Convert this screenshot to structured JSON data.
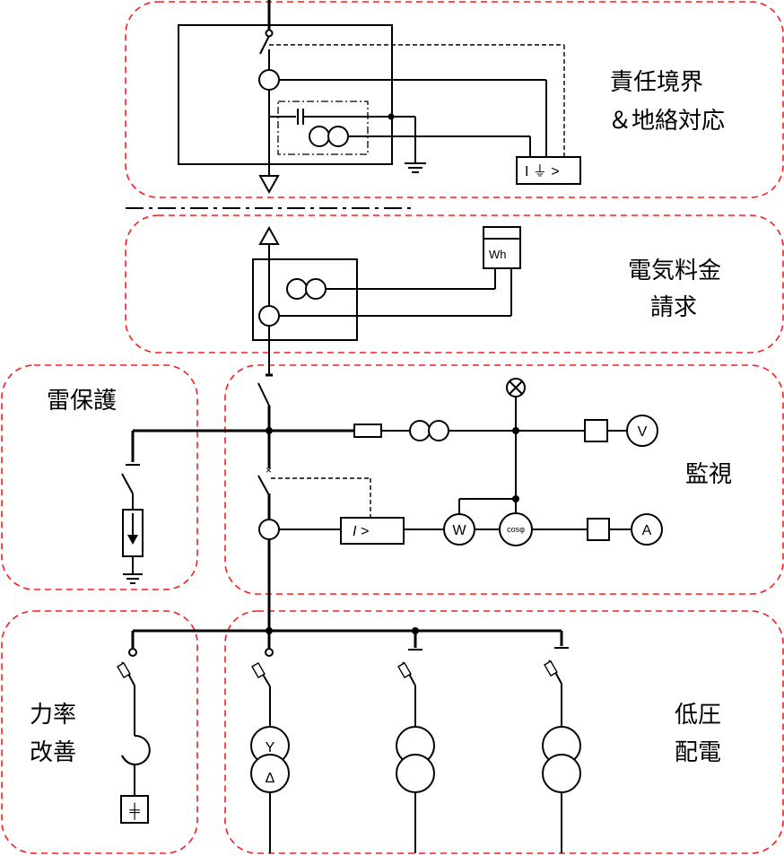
{
  "zones": {
    "responsibility": {
      "line1": "責任境界",
      "line2": "＆地絡対応"
    },
    "billing": {
      "line1": "電気料金",
      "line2": "請求"
    },
    "lightning": {
      "line1": "雷保護"
    },
    "monitoring": {
      "line1": "監視"
    },
    "power_factor": {
      "line1": "力率",
      "line2": "改善"
    },
    "low_voltage": {
      "line1": "低圧",
      "line2": "配電"
    }
  },
  "symbols": {
    "ground_fault_relay": "I ⏚ >",
    "watt_hour_meter": "Wh",
    "voltmeter": "V",
    "overcurrent_relay": "I  >",
    "wattmeter": "W",
    "power_factor_meter": "cosφ",
    "ammeter": "A",
    "transformer_y": "Y",
    "transformer_delta": "Δ",
    "capacitor": "╪"
  }
}
